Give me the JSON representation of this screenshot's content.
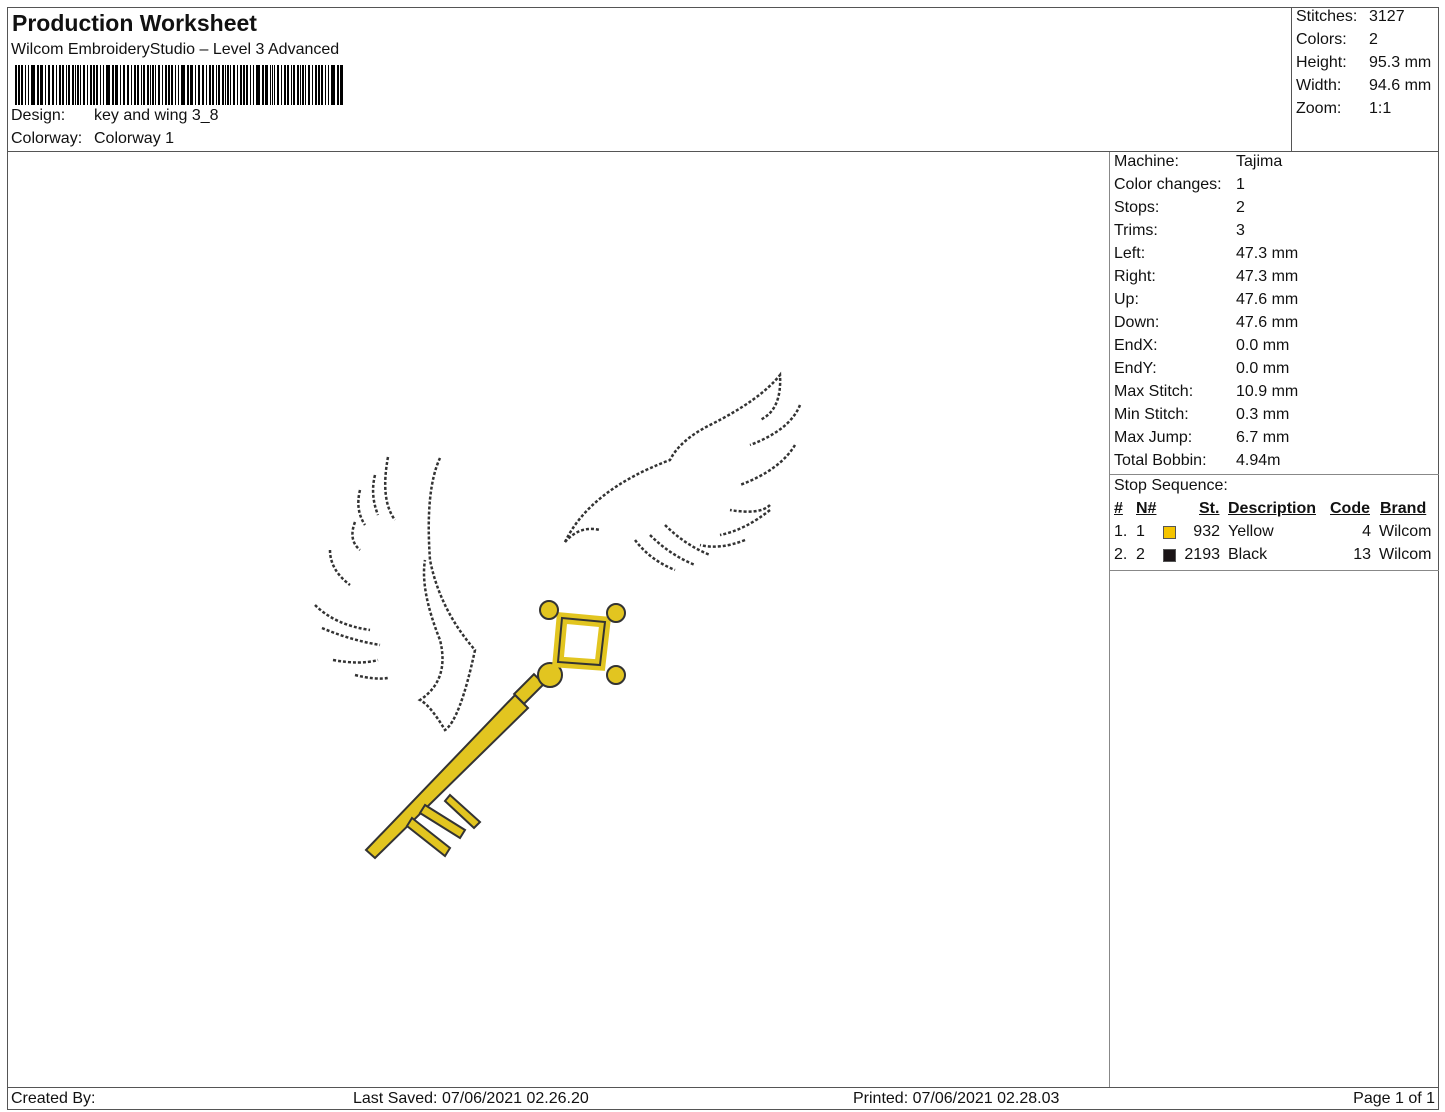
{
  "header": {
    "title": "Production Worksheet",
    "subtitle": "Wilcom EmbroideryStudio – Level 3 Advanced",
    "design_label": "Design:",
    "design": "key and wing 3_8",
    "colorway_label": "Colorway:",
    "colorway": "Colorway 1"
  },
  "stats": [
    {
      "k": "Stitches:",
      "v": "3127"
    },
    {
      "k": "Colors:",
      "v": "2"
    },
    {
      "k": "Height:",
      "v": "95.3 mm"
    },
    {
      "k": "Width:",
      "v": "94.6 mm"
    },
    {
      "k": "Zoom:",
      "v": "1:1"
    }
  ],
  "machine": [
    {
      "k": "Machine:",
      "v": "Tajima"
    },
    {
      "k": "Color changes:",
      "v": "1"
    },
    {
      "k": "Stops:",
      "v": "2"
    },
    {
      "k": "Trims:",
      "v": "3"
    },
    {
      "k": "Left:",
      "v": "47.3 mm"
    },
    {
      "k": "Right:",
      "v": "47.3 mm"
    },
    {
      "k": "Up:",
      "v": "47.6 mm"
    },
    {
      "k": "Down:",
      "v": "47.6 mm"
    },
    {
      "k": "EndX:",
      "v": "0.0 mm"
    },
    {
      "k": "EndY:",
      "v": "0.0 mm"
    },
    {
      "k": "Max Stitch:",
      "v": "10.9 mm"
    },
    {
      "k": "Min Stitch:",
      "v": "0.3 mm"
    },
    {
      "k": "Max Jump:",
      "v": "6.7 mm"
    },
    {
      "k": "Total Bobbin:",
      "v": "4.94m"
    }
  ],
  "stop_sequence": {
    "title": "Stop Sequence:",
    "headers": [
      "#",
      "N#",
      "St.",
      "Description",
      "Code",
      "Brand"
    ],
    "rows": [
      {
        "num": "1.",
        "n": "1",
        "color": "#f5c400",
        "st": "932",
        "desc": "Yellow",
        "code": "4",
        "brand": "Wilcom"
      },
      {
        "num": "2.",
        "n": "2",
        "color": "#1a1416",
        "st": "2193",
        "desc": "Black",
        "code": "13",
        "brand": "Wilcom"
      }
    ]
  },
  "footer": {
    "created": "Created By:",
    "saved": "Last Saved: 07/06/2021 02.26.20",
    "printed": "Printed: 07/06/2021 02.28.03",
    "page": "Page 1 of 1"
  }
}
